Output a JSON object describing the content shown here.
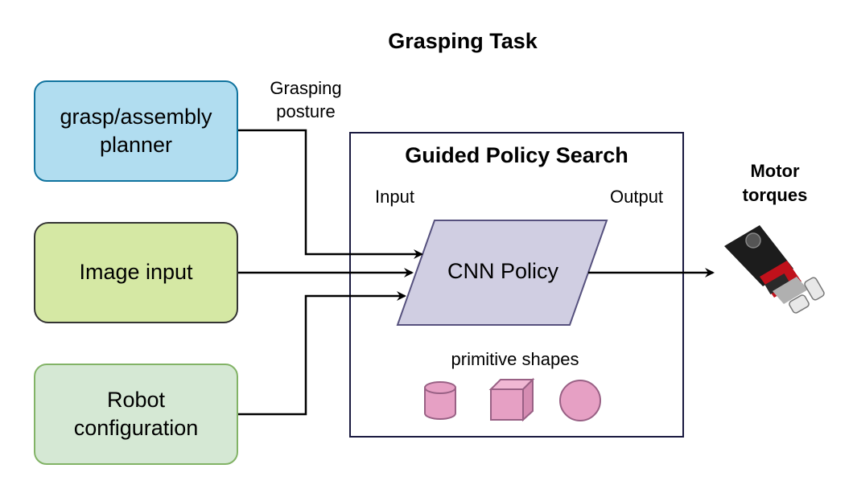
{
  "title": "Grasping Task",
  "inputs": {
    "planner": "grasp/assembly planner",
    "image": "Image input",
    "robot": "Robot configuration"
  },
  "edge_label_posture": "Grasping posture",
  "gps": {
    "title": "Guided Policy Search",
    "input_label": "Input",
    "output_label": "Output",
    "policy": "CNN Policy",
    "primitives_label": "primitive shapes",
    "shapes": [
      "cylinder-icon",
      "cube-icon",
      "sphere-icon"
    ]
  },
  "output_target": "Motor torques",
  "colors": {
    "planner_fill": "#b1ddf0",
    "planner_stroke": "#10739e",
    "image_fill": "#d5e8a4",
    "robot_fill": "#d5e8d4",
    "robot_stroke": "#82b366",
    "policy_fill": "#d0cee2",
    "policy_stroke": "#56517e",
    "shape_fill": "#e6a0c4",
    "shape_stroke": "#996185"
  }
}
